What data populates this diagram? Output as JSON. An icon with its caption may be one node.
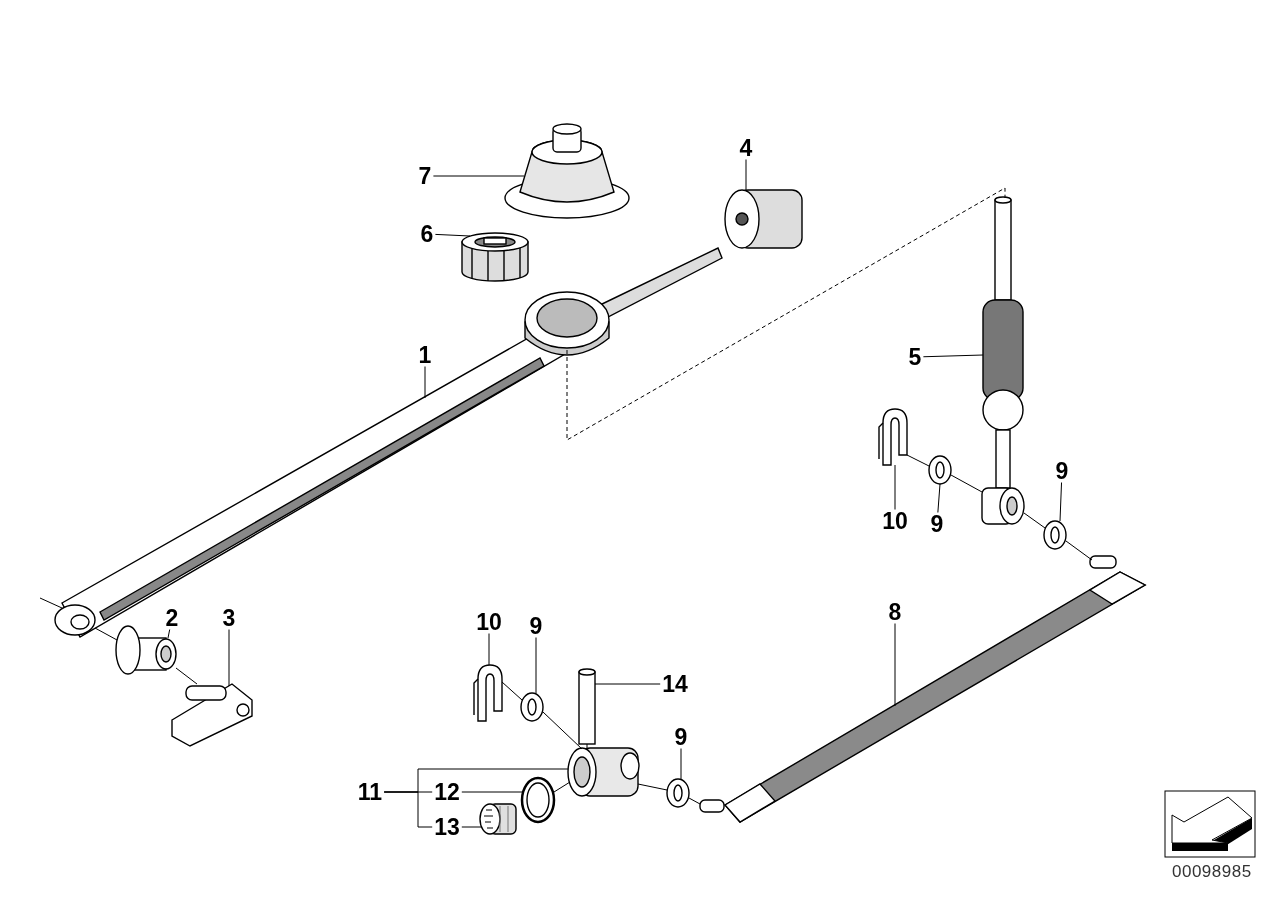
{
  "diagram": {
    "nodes": [
      {
        "text": [
          "7"
        ]
      },
      {
        "text": [
          "4"
        ]
      },
      {
        "text": [
          "6"
        ]
      },
      {
        "text": [
          "1"
        ]
      },
      {
        "text": [
          "5"
        ]
      },
      {
        "text": [
          "9"
        ]
      },
      {
        "text": [
          "10"
        ]
      },
      {
        "text": [
          "9"
        ]
      },
      {
        "text": [
          "2"
        ]
      },
      {
        "text": [
          "3"
        ]
      },
      {
        "text": [
          "8"
        ]
      },
      {
        "text": [
          "10"
        ]
      },
      {
        "text": [
          "9"
        ]
      },
      {
        "text": [
          "14"
        ]
      },
      {
        "text": [
          "9"
        ]
      },
      {
        "text": [
          "11"
        ]
      },
      {
        "text": [
          "12"
        ]
      },
      {
        "text": [
          "13"
        ]
      },
      {
        "text": [],
        "shape": "picture"
      },
      {
        "text": [],
        "shape": "picture"
      },
      {
        "text": [],
        "shape": "picture"
      },
      {
        "text": [],
        "shape": "picture"
      },
      {
        "text": [],
        "shape": "picture"
      },
      {
        "text": [],
        "shape": "picture"
      },
      {
        "text": [],
        "shape": "picture"
      },
      {
        "text": [],
        "shape": "picture"
      },
      {
        "text": [],
        "shape": "picture"
      },
      {
        "text": [],
        "shape": "picture"
      },
      {
        "text": [],
        "shape": "picture"
      },
      {
        "text": [],
        "shape": "picture"
      },
      {
        "text": [],
        "shape": "picture"
      },
      {
        "text": [],
        "shape": "picture"
      },
      {
        "text": [],
        "shape": "picture"
      },
      {
        "text": [],
        "shape": "picture"
      },
      {
        "text": [],
        "shape": "picture"
      },
      {
        "text": [],
        "shape": "picture"
      }
    ],
    "edges": [
      {
        "from": 0,
        "to": 18,
        "arrow": "none"
      },
      {
        "from": 1,
        "to": 19,
        "arrow": "none"
      },
      {
        "from": 2,
        "to": 20,
        "arrow": "none"
      },
      {
        "from": 3,
        "to": 21,
        "arrow": "none"
      },
      {
        "from": 4,
        "to": 22,
        "arrow": "none"
      },
      {
        "from": 5,
        "to": 23,
        "arrow": "none"
      },
      {
        "from": 6,
        "to": 24,
        "arrow": "none"
      },
      {
        "from": 7,
        "to": 25,
        "arrow": "none"
      },
      {
        "from": 8,
        "to": 26,
        "arrow": "none"
      },
      {
        "from": 9,
        "to": 27,
        "arrow": "none"
      },
      {
        "from": 10,
        "to": 28,
        "arrow": "none"
      },
      {
        "from": 11,
        "to": 29,
        "arrow": "none"
      },
      {
        "from": 12,
        "to": 30,
        "arrow": "none"
      },
      {
        "from": 13,
        "to": 31,
        "arrow": "none"
      },
      {
        "from": 14,
        "to": 32,
        "arrow": "none"
      },
      {
        "from": 15,
        "to": 33,
        "arrow": "none"
      },
      {
        "from": 16,
        "to": 34,
        "arrow": "none"
      },
      {
        "from": 17,
        "to": 35,
        "arrow": "none"
      },
      {
        "from": 24,
        "to": 25,
        "arrow": "none"
      },
      {
        "from": 25,
        "to": 22,
        "arrow": "none"
      },
      {
        "from": 22,
        "to": 23,
        "arrow": "none"
      },
      {
        "from": 23,
        "to": 28,
        "arrow": "none"
      },
      {
        "from": 21,
        "to": 26,
        "arrow": "none"
      },
      {
        "from": 26,
        "to": 27,
        "arrow": "none"
      },
      {
        "from": 29,
        "to": 30,
        "arrow": "none"
      },
      {
        "from": 30,
        "to": 33,
        "arrow": "none"
      },
      {
        "from": 31,
        "to": 33,
        "arrow": "none"
      },
      {
        "from": 34,
        "to": 33,
        "arrow": "none"
      },
      {
        "from": 33,
        "to": 32,
        "arrow": "none"
      },
      {
        "from": 32,
        "to": 28,
        "arrow": "none"
      },
      {
        "from": 21,
        "to": 22,
        "arrow": "none",
        "style": "dashed"
      },
      {
        "from": 21,
        "to": null,
        "arrow": "none"
      },
      {
        "from": 15,
        "to": 16,
        "arrow": "none"
      },
      {
        "from": 15,
        "to": 17,
        "arrow": "none"
      }
    ],
    "labels": [
      "00098985"
    ]
  }
}
